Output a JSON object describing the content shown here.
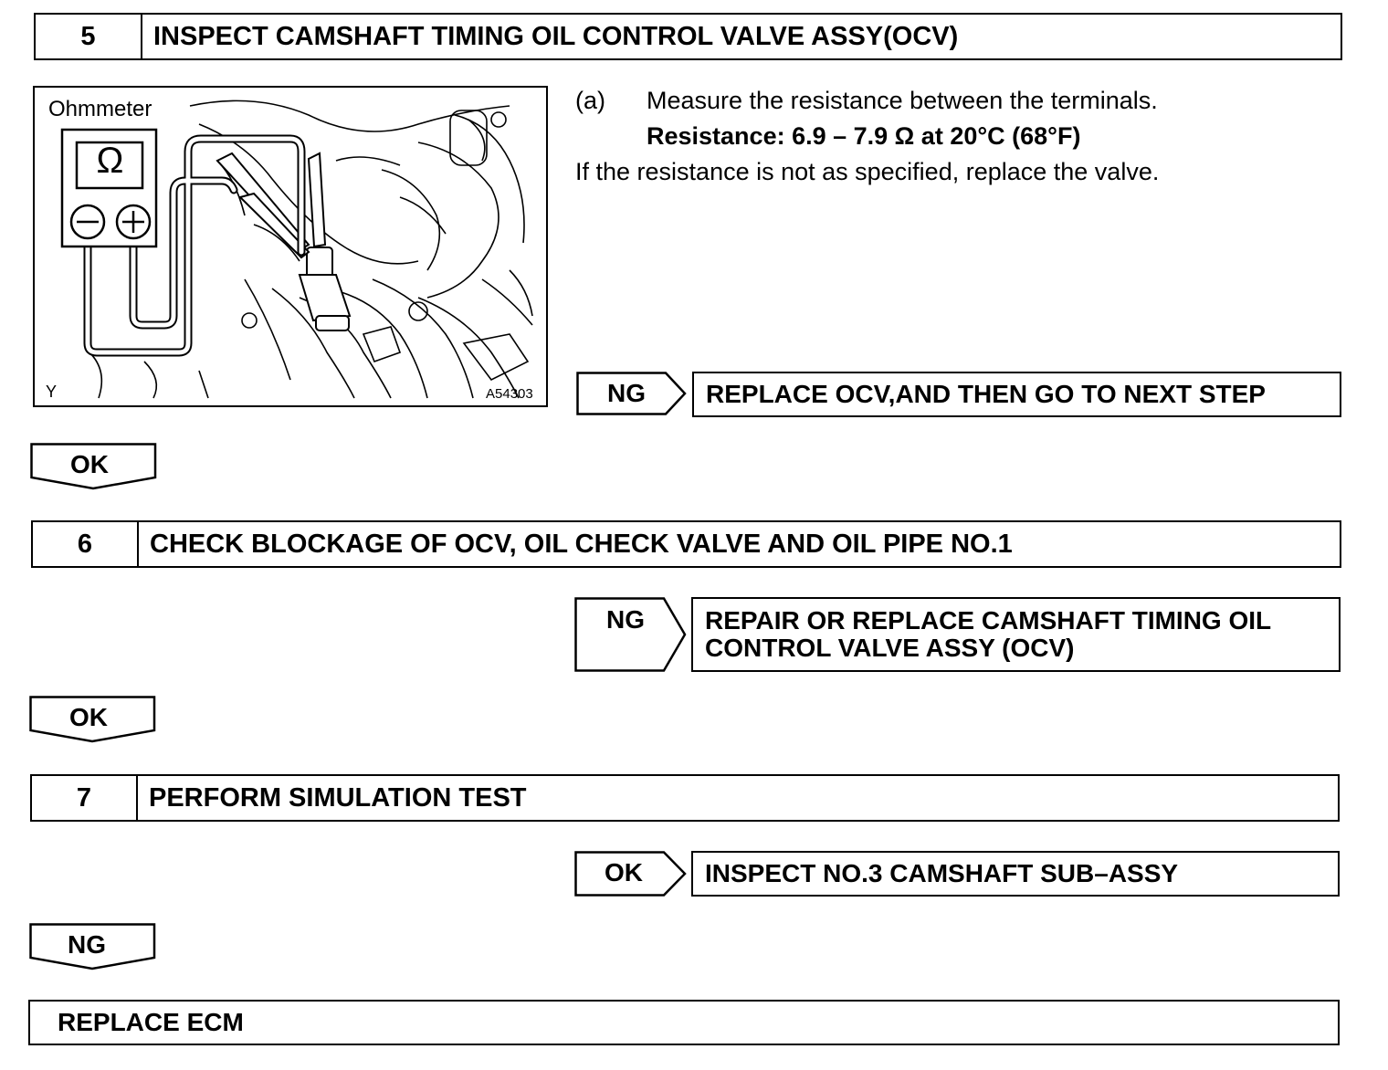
{
  "step5": {
    "number": "5",
    "title": "INSPECT CAMSHAFT TIMING OIL CONTROL VALVE ASSY(OCV)",
    "figure": {
      "label_meter": "Ohmmeter",
      "label_omega": "Ω",
      "label_corner": "Y",
      "figure_code": "A54303"
    },
    "instruction_marker": "(a)",
    "instruction": "Measure the resistance between the terminals.",
    "spec": "Resistance: 6.9 – 7.9 Ω at 20°C (68°F)",
    "note": "If the resistance is not as specified, replace the valve.",
    "ng_label": "NG",
    "ng_result": "REPLACE OCV,AND THEN GO TO  NEXT STEP",
    "ok_label": "OK"
  },
  "step6": {
    "number": "6",
    "title": "CHECK BLOCKAGE OF OCV, OIL CHECK VALVE AND OIL PIPE NO.1",
    "ng_label": "NG",
    "ng_result_line1": "REPAIR OR REPLACE CAMSHAFT TIMING OIL",
    "ng_result_line2": "CONTROL VALVE ASSY  (OCV)",
    "ok_label": "OK"
  },
  "step7": {
    "number": "7",
    "title": "PERFORM SIMULATION TEST",
    "ok_label": "OK",
    "ok_result": "INSPECT NO.3 CAMSHAFT SUB–ASSY",
    "ng_label": "NG"
  },
  "final_action": "REPLACE ECM"
}
